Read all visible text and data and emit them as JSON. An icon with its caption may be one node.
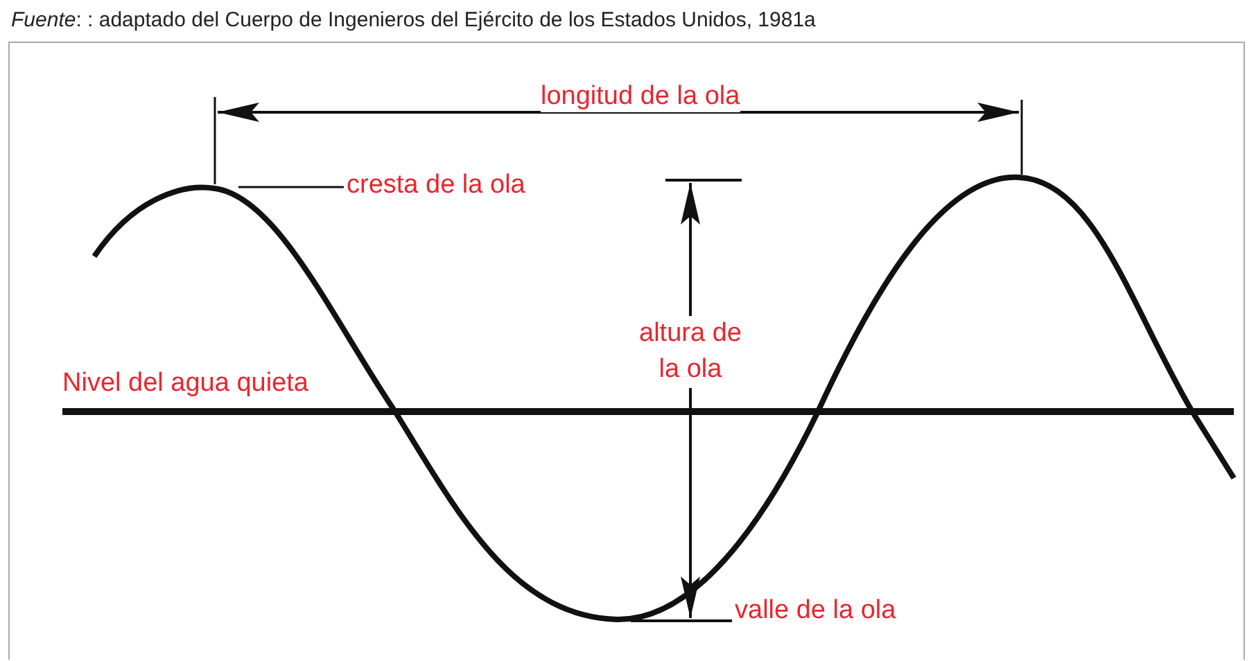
{
  "diagram": {
    "caption": "*Fuente*: : adaptado del Cuerpo de Ingenieros del Ejército de los Estados Unidos, 1981a",
    "nodes": [
      {
        "text": [
          "cresta de la ola"
        ]
      },
      {
        "text": [
          "valle de la ola"
        ]
      }
    ],
    "edges": [
      {
        "from": 0,
        "to": null,
        "arrow": "none"
      },
      {
        "from": 1,
        "to": null,
        "arrow": "none"
      }
    ],
    "labels": [
      "longitud de la ola",
      "altura de la ola",
      "Nivel del agua quieta"
    ]
  }
}
